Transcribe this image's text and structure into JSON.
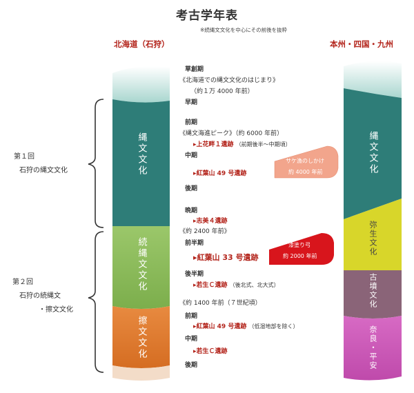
{
  "title": "考古学年表",
  "subtitle": "※続縄文文化を中心にその前後を抜粋",
  "region_left": "北海道（石狩）",
  "region_right": "本州・四国・九州",
  "left_culture_labels": {
    "jomon": "縄文文化",
    "zoku_jomon": "続縄文文化",
    "satsumon": "擦文文化"
  },
  "right_culture_labels": {
    "jomon": "縄文文化",
    "yayoi": "弥生文化",
    "kofun": "古墳文化",
    "nara_heian": "奈良・平安"
  },
  "side_groups": {
    "g1_line1": "第１回",
    "g1_line2": "石狩の縄文文化",
    "g2_line1": "第２回",
    "g2_line2": "石狩の続縄文",
    "g2_line3": "・擦文文化"
  },
  "timeline": {
    "t1": "草創期",
    "t2": "《北海道での縄文文化のはじまり》",
    "t3": "（約１万 4000 年前）",
    "t4": "早期",
    "t5": "前期",
    "t6": "《縄文海進ピーク》（約 6000 年前）",
    "s1": "上花畔１遺跡",
    "s1_note": "（前期後半～中期頃）",
    "t7": "中期",
    "s2": "紅葉山 49 号遺跡",
    "t8": "後期",
    "t9": "晩期",
    "s3": "志美４遺跡",
    "t10": "《約 2400 年前》",
    "t11": "前半期",
    "s4": "紅葉山 33 号遺跡",
    "t12": "後半期",
    "s5": "若生Ｃ遺跡",
    "s5_note": "（後北式、北大式）",
    "t13": "《約 1400 年前（７世紀頃）",
    "t14": "前期",
    "s6": "紅葉山 49 号遺跡",
    "s6_note": "（低湿地部を除く）",
    "t15": "中期",
    "s7": "若生Ｃ遺跡",
    "t16": "後期"
  },
  "callouts": {
    "c1_line1": "サケ漁のしかけ",
    "c1_line2": "約 4000 年前",
    "c2_line1": "漆塗り弓",
    "c2_line2": "約 2000 年前"
  },
  "arrow_glyph": "▸",
  "colors": {
    "accent_red": "#b3241b",
    "jomon_teal": "#2e7d78",
    "early_teal": "#a9d6cf",
    "zoku_jomon_green": "#8dbb5a",
    "satsumon_orange": "#e07b30",
    "yayoi_yellow": "#d8d62a",
    "kofun_purple": "#8a6478",
    "nara_heian_magenta": "#cc5cb8"
  }
}
